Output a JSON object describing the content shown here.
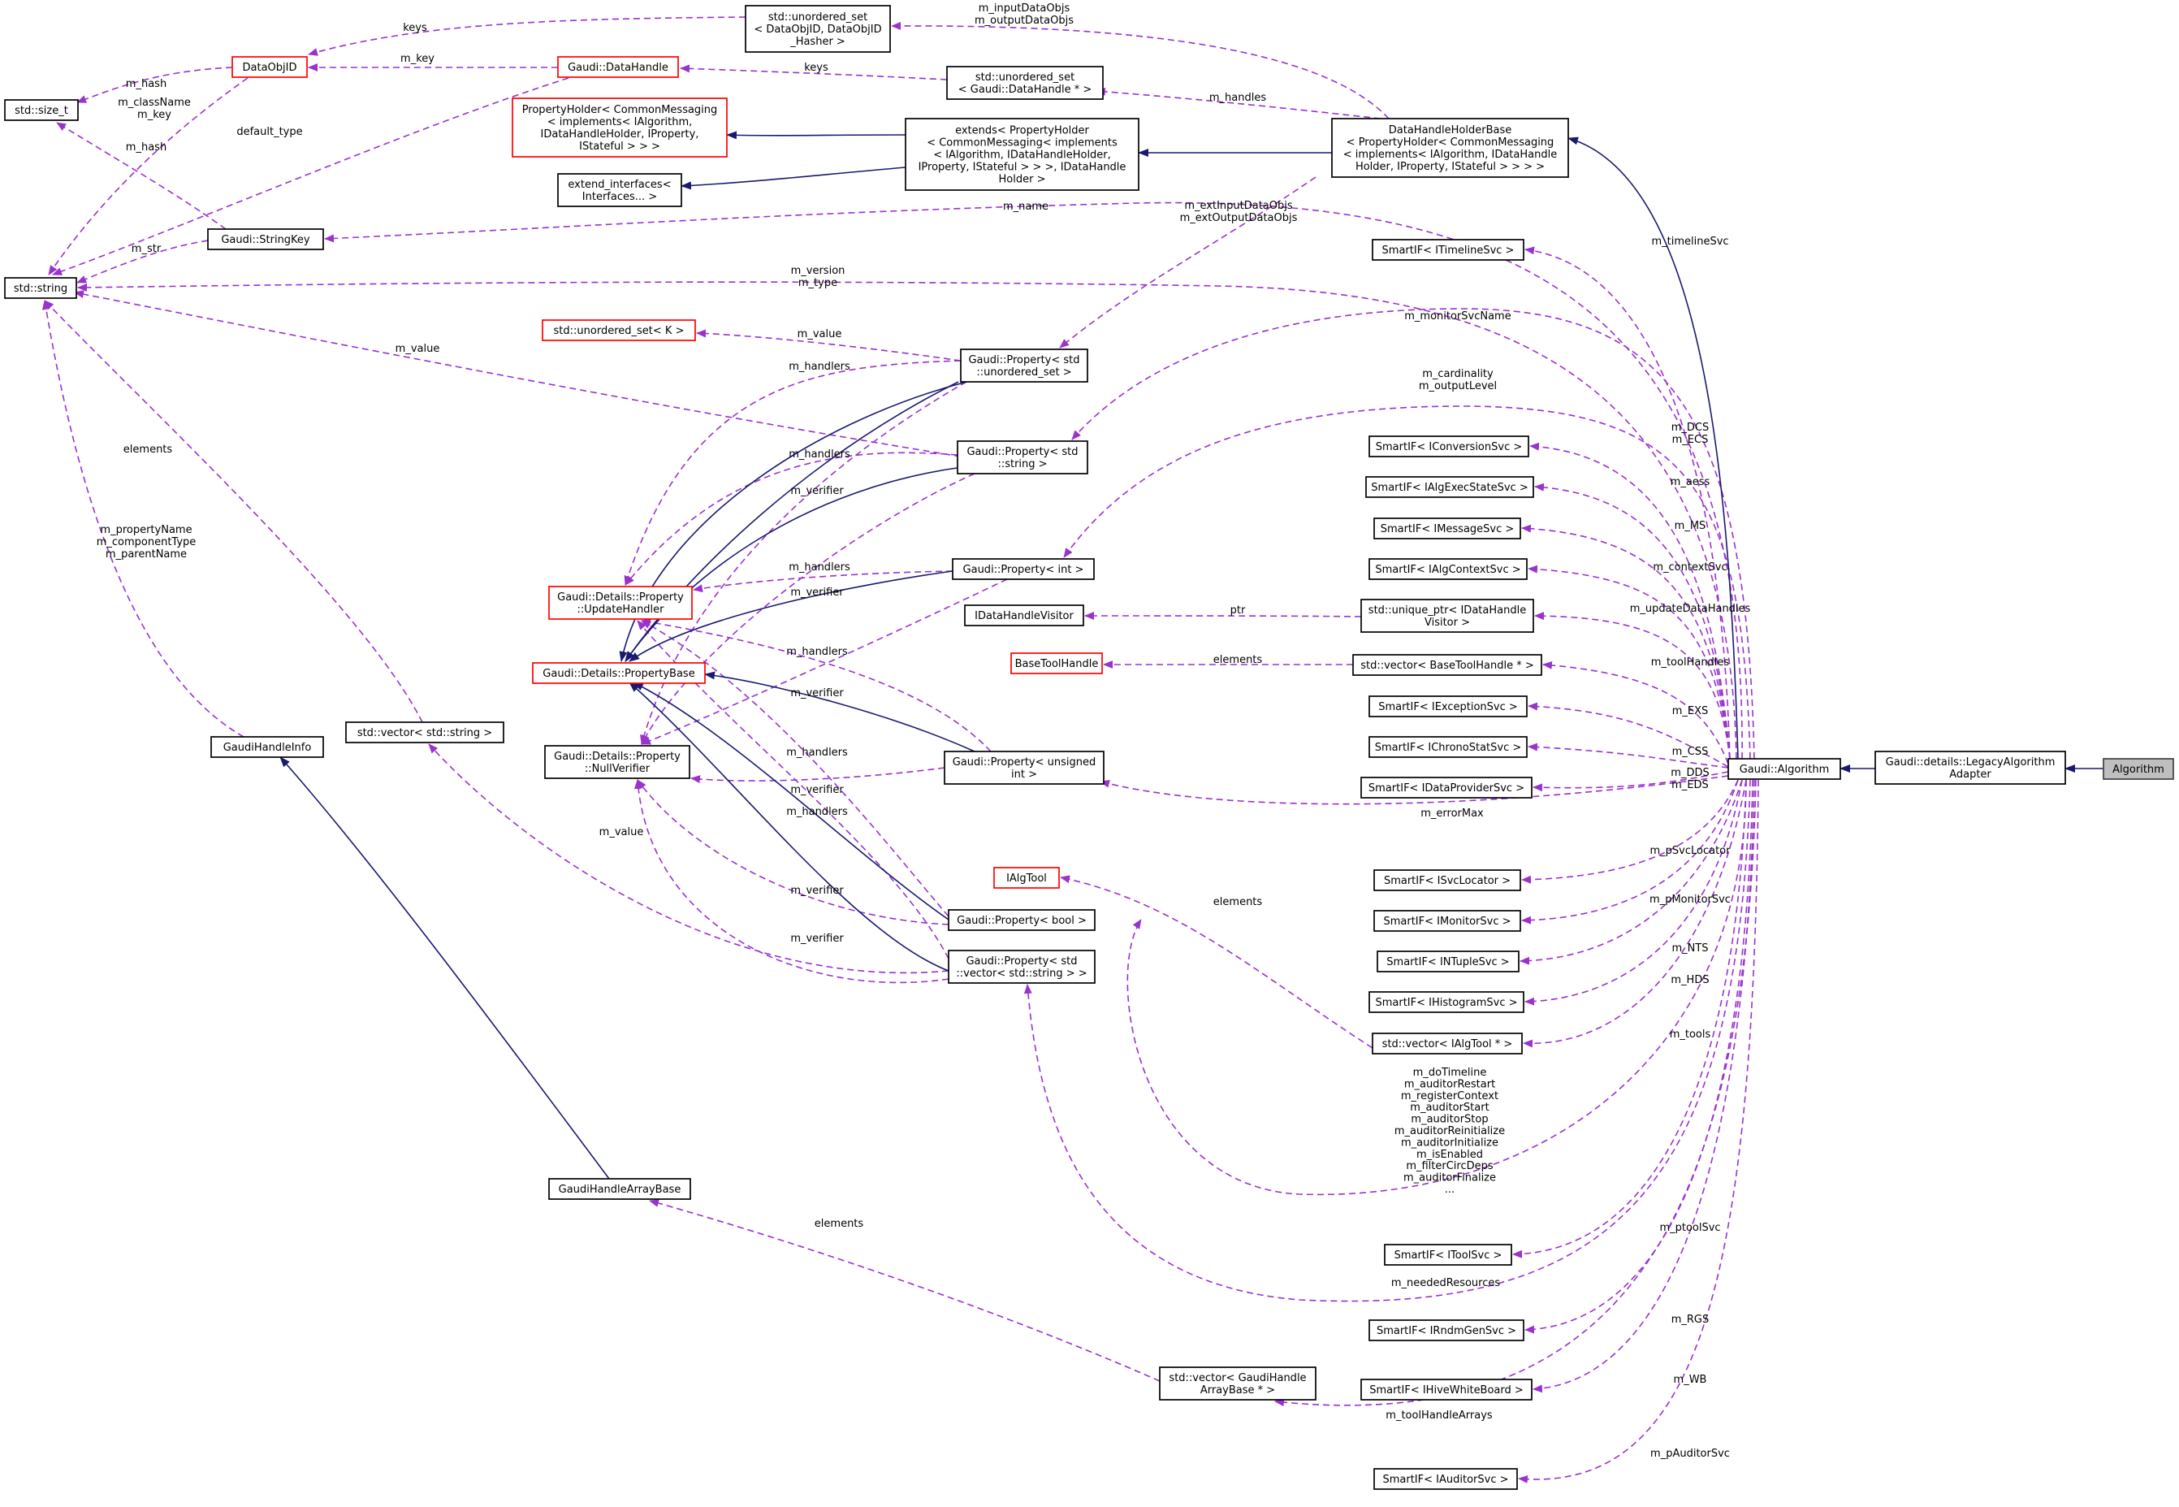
{
  "nodes": [
    {
      "id": "dataobjid",
      "lines": [
        "DataObjID"
      ],
      "red": true
    },
    {
      "id": "size_t",
      "lines": [
        "std::size_t"
      ]
    },
    {
      "id": "string",
      "lines": [
        "std::string"
      ]
    },
    {
      "id": "stringkey",
      "lines": [
        "Gaudi::StringKey"
      ]
    },
    {
      "id": "gaudihandleinfo",
      "lines": [
        "GaudiHandleInfo"
      ]
    },
    {
      "id": "gaudihandlearraybase",
      "lines": [
        "GaudiHandleArrayBase"
      ]
    },
    {
      "id": "datahandle",
      "lines": [
        "Gaudi::DataHandle"
      ],
      "red": true
    },
    {
      "id": "unordered_set_objid",
      "lines": [
        "std::unordered_set",
        "< DataObjID, DataObjID",
        "_Hasher >"
      ]
    },
    {
      "id": "unordered_set_dh",
      "lines": [
        "std::unordered_set",
        "< Gaudi::DataHandle * >"
      ]
    },
    {
      "id": "propholder",
      "lines": [
        "PropertyHolder< CommonMessaging",
        "< implements< IAlgorithm,",
        "IDataHandleHolder, IProperty,",
        "IStateful > > >"
      ],
      "red": true
    },
    {
      "id": "extend_interfaces",
      "lines": [
        "extend_interfaces<",
        "Interfaces... >"
      ]
    },
    {
      "id": "extends",
      "lines": [
        "extends< PropertyHolder",
        "< CommonMessaging< implements",
        "< IAlgorithm, IDataHandleHolder,",
        "IProperty, IStateful > > >, IDataHandle",
        "Holder >"
      ]
    },
    {
      "id": "dhholderbase",
      "lines": [
        "DataHandleHolderBase",
        "< PropertyHolder< CommonMessaging",
        "< implements< IAlgorithm, IDataHandle",
        "Holder, IProperty, IStateful > > > >"
      ]
    },
    {
      "id": "unordered_set_k",
      "lines": [
        "std::unordered_set< K >"
      ],
      "red": true
    },
    {
      "id": "prop_uset",
      "lines": [
        "Gaudi::Property< std",
        "::unordered_set >"
      ]
    },
    {
      "id": "prop_string",
      "lines": [
        "Gaudi::Property< std",
        "::string >"
      ]
    },
    {
      "id": "updatehandler",
      "lines": [
        "Gaudi::Details::Property",
        "::UpdateHandler"
      ],
      "red": true
    },
    {
      "id": "prop_int",
      "lines": [
        "Gaudi::Property< int >"
      ]
    },
    {
      "id": "propertybase",
      "lines": [
        "Gaudi::Details::PropertyBase"
      ],
      "red": true
    },
    {
      "id": "nullverifier",
      "lines": [
        "Gaudi::Details::Property",
        "::NullVerifier"
      ]
    },
    {
      "id": "vector_string",
      "lines": [
        "std::vector< std::string >"
      ]
    },
    {
      "id": "prop_uint",
      "lines": [
        "Gaudi::Property< unsigned",
        "int >"
      ]
    },
    {
      "id": "ialgtool",
      "lines": [
        "IAlgTool"
      ],
      "red": true
    },
    {
      "id": "prop_bool",
      "lines": [
        "Gaudi::Property< bool >"
      ]
    },
    {
      "id": "prop_vstring",
      "lines": [
        "Gaudi::Property< std",
        "::vector< std::string > >"
      ]
    },
    {
      "id": "idatahandlevisitor",
      "lines": [
        "IDataHandleVisitor"
      ]
    },
    {
      "id": "basetoolhandle",
      "lines": [
        "BaseToolHandle"
      ],
      "red": true
    },
    {
      "id": "vector_gha",
      "lines": [
        "std::vector< GaudiHandle",
        "ArrayBase * >"
      ]
    },
    {
      "id": "s_timeline",
      "lines": [
        "SmartIF< ITimelineSvc >"
      ]
    },
    {
      "id": "s_conversion",
      "lines": [
        "SmartIF< IConversionSvc >"
      ]
    },
    {
      "id": "s_algexec",
      "lines": [
        "SmartIF< IAlgExecStateSvc >"
      ]
    },
    {
      "id": "s_message",
      "lines": [
        "SmartIF< IMessageSvc >"
      ]
    },
    {
      "id": "s_algcontext",
      "lines": [
        "SmartIF< IAlgContextSvc >"
      ]
    },
    {
      "id": "unique_ptr_v",
      "lines": [
        "std::unique_ptr< IDataHandle",
        "Visitor >"
      ]
    },
    {
      "id": "vector_bth",
      "lines": [
        "std::vector< BaseToolHandle * >"
      ]
    },
    {
      "id": "s_exception",
      "lines": [
        "SmartIF< IExceptionSvc >"
      ]
    },
    {
      "id": "s_chrono",
      "lines": [
        "SmartIF< IChronoStatSvc >"
      ]
    },
    {
      "id": "s_dataprovider",
      "lines": [
        "SmartIF< IDataProviderSvc >"
      ]
    },
    {
      "id": "s_svclocator",
      "lines": [
        "SmartIF< ISvcLocator >"
      ]
    },
    {
      "id": "s_monitor",
      "lines": [
        "SmartIF< IMonitorSvc >"
      ]
    },
    {
      "id": "s_ntuple",
      "lines": [
        "SmartIF< INTupleSvc >"
      ]
    },
    {
      "id": "s_histogram",
      "lines": [
        "SmartIF< IHistogramSvc >"
      ]
    },
    {
      "id": "vector_ialgtool",
      "lines": [
        "std::vector< IAlgTool * >"
      ]
    },
    {
      "id": "s_toolsvc",
      "lines": [
        "SmartIF< IToolSvc >"
      ]
    },
    {
      "id": "s_rndm",
      "lines": [
        "SmartIF< IRndmGenSvc >"
      ]
    },
    {
      "id": "s_hive",
      "lines": [
        "SmartIF< IHiveWhiteBoard >"
      ]
    },
    {
      "id": "s_auditor",
      "lines": [
        "SmartIF< IAuditorSvc >"
      ]
    },
    {
      "id": "gaudi_algorithm",
      "lines": [
        "Gaudi::Algorithm"
      ]
    },
    {
      "id": "legacy_adapter",
      "lines": [
        "Gaudi::details::LegacyAlgorithm",
        "Adapter"
      ]
    },
    {
      "id": "algorithm",
      "lines": [
        "Algorithm"
      ],
      "focus": true
    }
  ],
  "edges": [
    {
      "id": "e1",
      "kind": "member",
      "lines": [
        "keys"
      ]
    },
    {
      "id": "e2",
      "kind": "member",
      "lines": [
        "m_key"
      ]
    },
    {
      "id": "e3",
      "kind": "member",
      "lines": [
        "m_hash"
      ]
    },
    {
      "id": "e4",
      "kind": "member",
      "lines": [
        "m_className",
        "m_key"
      ]
    },
    {
      "id": "e5",
      "kind": "member",
      "lines": [
        "m_hash"
      ]
    },
    {
      "id": "e6",
      "kind": "member",
      "lines": [
        "m_str"
      ]
    },
    {
      "id": "e7",
      "kind": "member",
      "lines": [
        "default_type"
      ]
    },
    {
      "id": "e8",
      "kind": "member",
      "lines": [
        "keys"
      ]
    },
    {
      "id": "e9",
      "kind": "member",
      "lines": [
        "m_inputDataObjs",
        "m_outputDataObjs"
      ]
    },
    {
      "id": "e10",
      "kind": "member",
      "lines": [
        "m_handles"
      ]
    },
    {
      "id": "e11",
      "kind": "member",
      "lines": [
        "m_extInputDataObjs",
        "m_extOutputDataObjs"
      ]
    },
    {
      "id": "e12",
      "kind": "member",
      "lines": [
        "m_name"
      ]
    },
    {
      "id": "e13",
      "kind": "member",
      "lines": [
        "m_version",
        "m_type"
      ]
    },
    {
      "id": "e14",
      "kind": "member",
      "lines": [
        "m_value"
      ]
    },
    {
      "id": "e15",
      "kind": "member",
      "lines": [
        "elements"
      ]
    },
    {
      "id": "e16",
      "kind": "member",
      "lines": [
        "m_propertyName",
        "m_componentType",
        "m_parentName"
      ]
    },
    {
      "id": "e17",
      "kind": "member",
      "lines": [
        "m_value"
      ]
    },
    {
      "id": "e18",
      "kind": "member",
      "lines": [
        "m_handlers"
      ]
    },
    {
      "id": "e19",
      "kind": "member",
      "lines": [
        "m_handlers"
      ]
    },
    {
      "id": "e20",
      "kind": "member",
      "lines": [
        "m_handlers"
      ]
    },
    {
      "id": "e21",
      "kind": "member",
      "lines": [
        "m_handlers"
      ]
    },
    {
      "id": "e22",
      "kind": "member",
      "lines": [
        "m_handlers"
      ]
    },
    {
      "id": "e23",
      "kind": "member",
      "lines": [
        "m_handlers"
      ]
    },
    {
      "id": "e24",
      "kind": "member",
      "lines": [
        "m_verifier"
      ]
    },
    {
      "id": "e25",
      "kind": "member",
      "lines": [
        "m_verifier"
      ]
    },
    {
      "id": "e26",
      "kind": "member",
      "lines": [
        "m_verifier"
      ]
    },
    {
      "id": "e27",
      "kind": "member",
      "lines": [
        "m_verifier"
      ]
    },
    {
      "id": "e28",
      "kind": "member",
      "lines": [
        "m_verifier"
      ]
    },
    {
      "id": "e29",
      "kind": "member",
      "lines": [
        "m_verifier"
      ]
    },
    {
      "id": "e30",
      "kind": "member",
      "lines": [
        "m_value"
      ]
    },
    {
      "id": "e31",
      "kind": "member",
      "lines": [
        "ptr"
      ]
    },
    {
      "id": "e32",
      "kind": "member",
      "lines": [
        "elements"
      ]
    },
    {
      "id": "e33",
      "kind": "member",
      "lines": [
        "elements"
      ]
    },
    {
      "id": "e34",
      "kind": "member",
      "lines": [
        "elements"
      ]
    },
    {
      "id": "e35",
      "kind": "member",
      "lines": [
        "m_timelineSvc"
      ]
    },
    {
      "id": "e36",
      "kind": "member",
      "lines": [
        "m_monitorSvcName"
      ]
    },
    {
      "id": "e37",
      "kind": "member",
      "lines": [
        "m_cardinality",
        "m_outputLevel"
      ]
    },
    {
      "id": "e38",
      "kind": "member",
      "lines": [
        "m_DCS",
        "m_ECS"
      ]
    },
    {
      "id": "e39",
      "kind": "member",
      "lines": [
        "m_aess"
      ]
    },
    {
      "id": "e40",
      "kind": "member",
      "lines": [
        "m_MS"
      ]
    },
    {
      "id": "e41",
      "kind": "member",
      "lines": [
        "m_contextSvc"
      ]
    },
    {
      "id": "e42",
      "kind": "member",
      "lines": [
        "m_updateDataHandles"
      ]
    },
    {
      "id": "e43",
      "kind": "member",
      "lines": [
        "m_toolHandles"
      ]
    },
    {
      "id": "e44",
      "kind": "member",
      "lines": [
        "m_EXS"
      ]
    },
    {
      "id": "e45",
      "kind": "member",
      "lines": [
        "m_CSS"
      ]
    },
    {
      "id": "e46",
      "kind": "member",
      "lines": [
        "m_DDS",
        "m_EDS"
      ]
    },
    {
      "id": "e47",
      "kind": "member",
      "lines": [
        "m_errorMax"
      ]
    },
    {
      "id": "e48",
      "kind": "member",
      "lines": [
        "m_pSvcLocator"
      ]
    },
    {
      "id": "e49",
      "kind": "member",
      "lines": [
        "m_pMonitorSvc"
      ]
    },
    {
      "id": "e50",
      "kind": "member",
      "lines": [
        "m_NTS"
      ]
    },
    {
      "id": "e51",
      "kind": "member",
      "lines": [
        "m_HDS"
      ]
    },
    {
      "id": "e52",
      "kind": "member",
      "lines": [
        "m_tools"
      ]
    },
    {
      "id": "e53",
      "kind": "member",
      "lines": [
        "m_doTimeline",
        "m_auditorRestart",
        "m_registerContext",
        "m_auditorStart",
        "m_auditorStop",
        "m_auditorReinitialize",
        "m_auditorInitialize",
        "m_isEnabled",
        "m_filterCircDeps",
        "m_auditorFinalize",
        "..."
      ]
    },
    {
      "id": "e54",
      "kind": "member",
      "lines": [
        "m_ptoolSvc"
      ]
    },
    {
      "id": "e55",
      "kind": "member",
      "lines": [
        "m_neededResources"
      ]
    },
    {
      "id": "e56",
      "kind": "member",
      "lines": [
        "m_RGS"
      ]
    },
    {
      "id": "e57",
      "kind": "member",
      "lines": [
        "m_WB"
      ]
    },
    {
      "id": "e58",
      "kind": "member",
      "lines": [
        "m_toolHandleArrays"
      ]
    },
    {
      "id": "e59",
      "kind": "member",
      "lines": [
        "m_pAuditorSvc"
      ]
    },
    {
      "id": "i1",
      "kind": "inherit",
      "lines": []
    },
    {
      "id": "i2",
      "kind": "inherit",
      "lines": []
    },
    {
      "id": "i3",
      "kind": "inherit",
      "lines": []
    },
    {
      "id": "i4",
      "kind": "inherit",
      "lines": []
    },
    {
      "id": "i5",
      "kind": "inherit",
      "lines": []
    },
    {
      "id": "i6",
      "kind": "inherit",
      "lines": []
    },
    {
      "id": "i7",
      "kind": "inherit",
      "lines": []
    },
    {
      "id": "i8",
      "kind": "inherit",
      "lines": []
    },
    {
      "id": "i9",
      "kind": "inherit",
      "lines": []
    },
    {
      "id": "i10",
      "kind": "inherit",
      "lines": []
    },
    {
      "id": "i11",
      "kind": "inherit",
      "lines": []
    },
    {
      "id": "i12",
      "kind": "inherit",
      "lines": []
    },
    {
      "id": "i13",
      "kind": "inherit",
      "lines": []
    },
    {
      "id": "i14",
      "kind": "inherit",
      "lines": []
    }
  ],
  "colors": {
    "member_edge": "#9a32cd",
    "inherit_edge": "#191970",
    "node_border": "#000000",
    "node_border_highlight": "#ff0000",
    "focus_fill": "#bfbfbf"
  }
}
